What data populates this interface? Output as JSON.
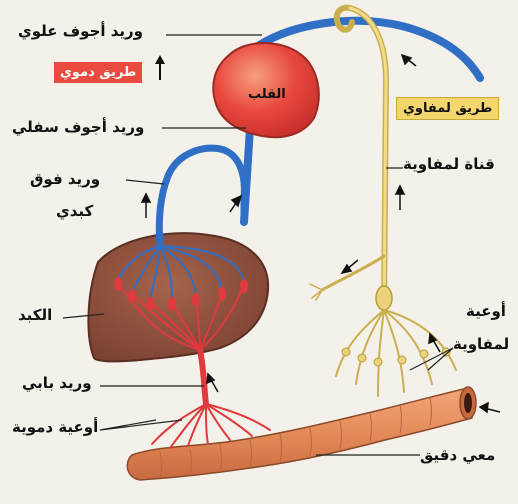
{
  "labels": {
    "svc_superior": "وريد أجوف علوي",
    "blood_route": "طريق دموي",
    "lymph_route": "طريق لمفاوي",
    "heart": "القلب",
    "svc_inferior": "وريد أجوف سفلي",
    "lymph_duct": "قناة لمفاوية",
    "hepatic_vein_1": "وريد فوق",
    "hepatic_vein_2": "كبدي",
    "liver": "الكبد",
    "lymph_vessels_1": "أوعية",
    "lymph_vessels_2": "لمفاوية",
    "portal_vein": "وريد بابي",
    "blood_vessels": "أوعية دموية",
    "small_intestine": "معي دقيق"
  },
  "colors": {
    "vein_blue": "#2f6fc6",
    "artery_red": "#e0393e",
    "lymph_yellow": "#ecd27a",
    "heart_red": "#e8473d",
    "liver_brown": "#94533e",
    "intestine_orange": "#e48a58",
    "blood_box": "#ea4b3e",
    "lymph_box": "#f4d76c"
  }
}
